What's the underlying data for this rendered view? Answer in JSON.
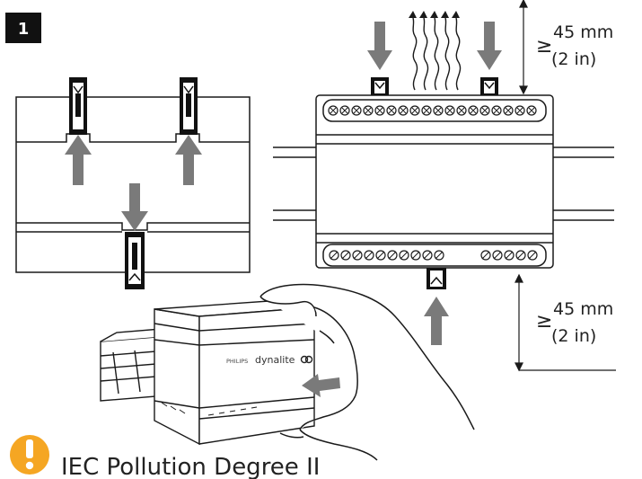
{
  "step": {
    "number": "1"
  },
  "clearance": {
    "top": {
      "symbol": "≥",
      "value": "45 mm",
      "imperial": "(2 in)"
    },
    "bottom": {
      "symbol": "≥",
      "value": "45 mm",
      "imperial": "(2 in)"
    }
  },
  "device": {
    "brand": "PHILIPS",
    "product": "dynalite"
  },
  "warning": {
    "icon": "exclamation-icon",
    "text": "IEC Pollution Degree II",
    "color": "#F5A623"
  },
  "colors": {
    "line": "#1a1a1a",
    "arrow": "#7a7a7a",
    "step_bg": "#111111"
  }
}
